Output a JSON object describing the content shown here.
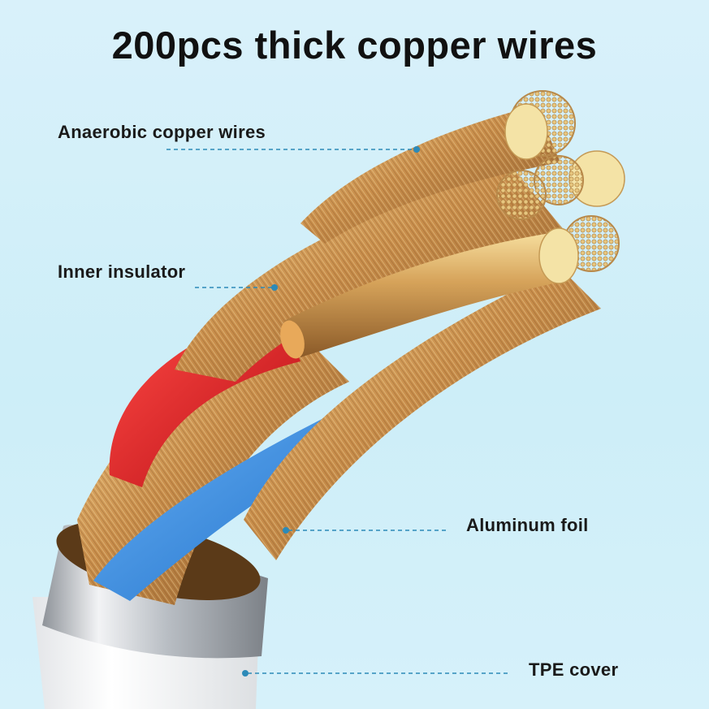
{
  "title": "200pcs thick copper wires",
  "labels": {
    "anaerobic": "Anaerobic copper wires",
    "inner_insulator": "Inner insulator",
    "aluminum_foil": "Aluminum foil",
    "tpe_cover": "TPE cover"
  },
  "colors": {
    "background": "#d2eff9",
    "copper": "#c9924e",
    "copper_light": "#f0cf8e",
    "copper_end": "#f3e3a8",
    "insulator_red": "#e8262c",
    "insulator_blue": "#3d8fe6",
    "leader_line": "#2c8ab8",
    "jacket": "#f7f7f7",
    "chrome": "#c9cdd2"
  },
  "icons": {
    "leader_dot": "dot-icon"
  }
}
